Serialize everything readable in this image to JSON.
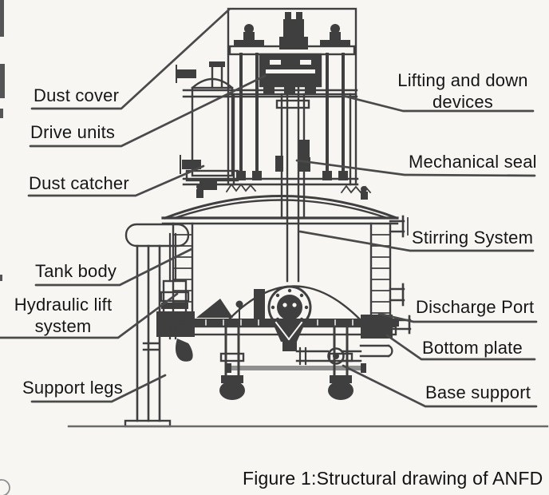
{
  "figure_caption": "Figure 1:Structural drawing of ANFD",
  "labels": {
    "dust_cover": "Dust cover",
    "drive_units": "Drive units",
    "dust_catcher": "Dust catcher",
    "tank_body": "Tank body",
    "hydraulic_lift_line1": "Hydraulic lift",
    "hydraulic_lift_line2": "system",
    "support_legs": "Support legs",
    "lifting_devices_line1": "Lifting and down",
    "lifting_devices_line2": "devices",
    "mechanical_seal": "Mechanical seal",
    "stirring_system": "Stirring System",
    "discharge_port": "Discharge Port",
    "bottom_plate": "Bottom plate",
    "base_support": "Base support"
  },
  "colors": {
    "background": "#f7f6f3",
    "ink": "#3f3f3f",
    "leader_line": "#4a4a4a",
    "label_text": "#161616"
  }
}
